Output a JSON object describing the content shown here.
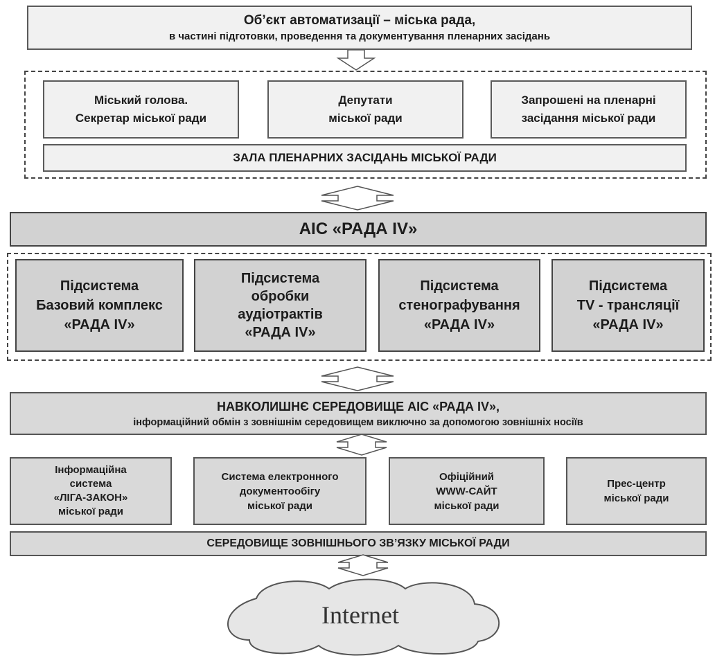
{
  "automation_object": {
    "line1": "Об’єкт автоматизації – міська рада,",
    "line2": "в частині підготовки, проведення та документування пленарних засідань"
  },
  "participants": [
    {
      "line1": "Міський голова.",
      "line2": "Секретар міської ради"
    },
    {
      "line1": "Депутати",
      "line2": "міської ради"
    },
    {
      "line1": "Запрошені на пленарні",
      "line2": "засідання міської ради"
    }
  ],
  "hall": "ЗАЛА  ПЛЕНАРНИХ  ЗАСІДАНЬ  МІСЬКОЇ  РАДИ",
  "ais": "АІС  «РАДА IV»",
  "subsystems": [
    {
      "lines": [
        "Підсистема",
        "Базовий комплекс",
        "«РАДА IV»"
      ]
    },
    {
      "lines": [
        "Підсистема",
        "обробки",
        "аудіотрактів",
        "«РАДА IV»"
      ]
    },
    {
      "lines": [
        "Підсистема",
        "стенографування",
        "«РАДА IV»"
      ]
    },
    {
      "lines": [
        "Підсистема",
        "TV - трансляції",
        "«РАДА IV»"
      ]
    }
  ],
  "environment": {
    "line1": "НАВКОЛИШНЄ СЕРЕДОВИЩЕ  АІС «РАДА IV»,",
    "line2": "інформаційний обмін з зовнішнім середовищем виключно за допомогою зовнішніх носіїв"
  },
  "external_systems": [
    {
      "lines": [
        "Інформаційна",
        "система",
        "«ЛІГА-ЗАКОН»",
        "міської ради"
      ]
    },
    {
      "lines": [
        "Система електронного",
        "документообігу",
        "міської ради"
      ]
    },
    {
      "lines": [
        "Офіційний",
        "WWW-САЙТ",
        "міської ради"
      ]
    },
    {
      "lines": [
        "Прес-центр",
        "міської ради"
      ]
    }
  ],
  "external_comm": "СЕРЕДОВИЩЕ ЗОВНІШНЬОГО ЗВ’ЯЗКУ МІСЬКОЇ РАДИ",
  "internet": "Internet"
}
